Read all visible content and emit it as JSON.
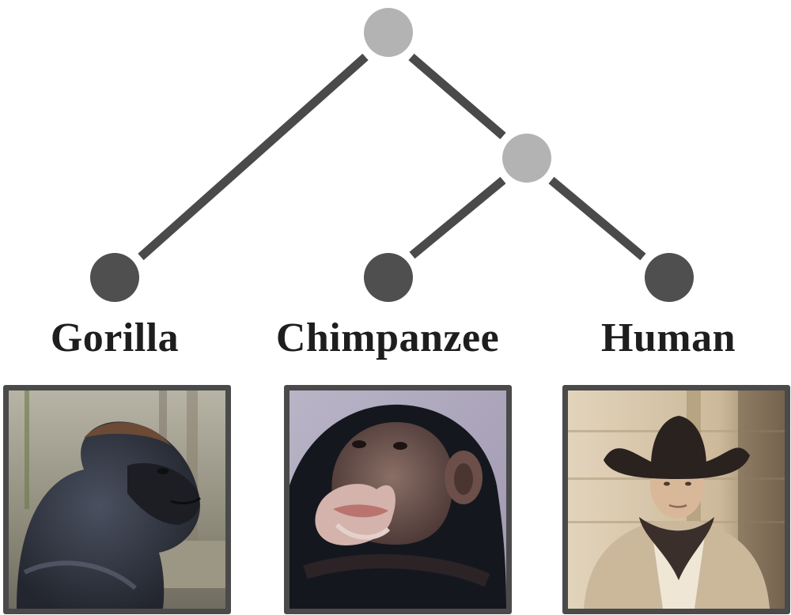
{
  "tree": {
    "root_color": "#b3b3b3",
    "leaf_color": "#4f4f4f",
    "line_color": "#4a4a4a"
  },
  "taxa": [
    {
      "label": "Gorilla",
      "image_icon": "gorilla-photo"
    },
    {
      "label": "Chimpanzee",
      "image_icon": "chimpanzee-photo"
    },
    {
      "label": "Human",
      "image_icon": "human-cowboy-photo"
    }
  ]
}
